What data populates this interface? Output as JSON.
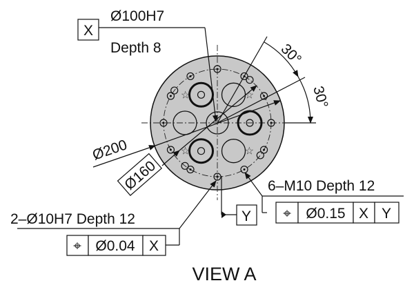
{
  "title": "VIEW A",
  "datums": {
    "x": "X",
    "y": "Y"
  },
  "bore": {
    "diameter": "Ø100H7",
    "depth": "Depth 8"
  },
  "angles": [
    "30°",
    "30°"
  ],
  "dims": {
    "outer": "Ø200",
    "bolt_circle": "Ø160"
  },
  "threaded_holes": {
    "label": "6–M10 Depth 12",
    "fcf": {
      "symbol": "⌖",
      "tolerance": "Ø0.15",
      "datum1": "X",
      "datum2": "Y"
    }
  },
  "pin_holes": {
    "label": "2–Ø10H7 Depth 12",
    "fcf": {
      "symbol": "⌖",
      "tolerance": "Ø0.04",
      "datum1": "X"
    }
  },
  "colors": {
    "part_fill": "#c8c8c8",
    "line": "#111111"
  }
}
